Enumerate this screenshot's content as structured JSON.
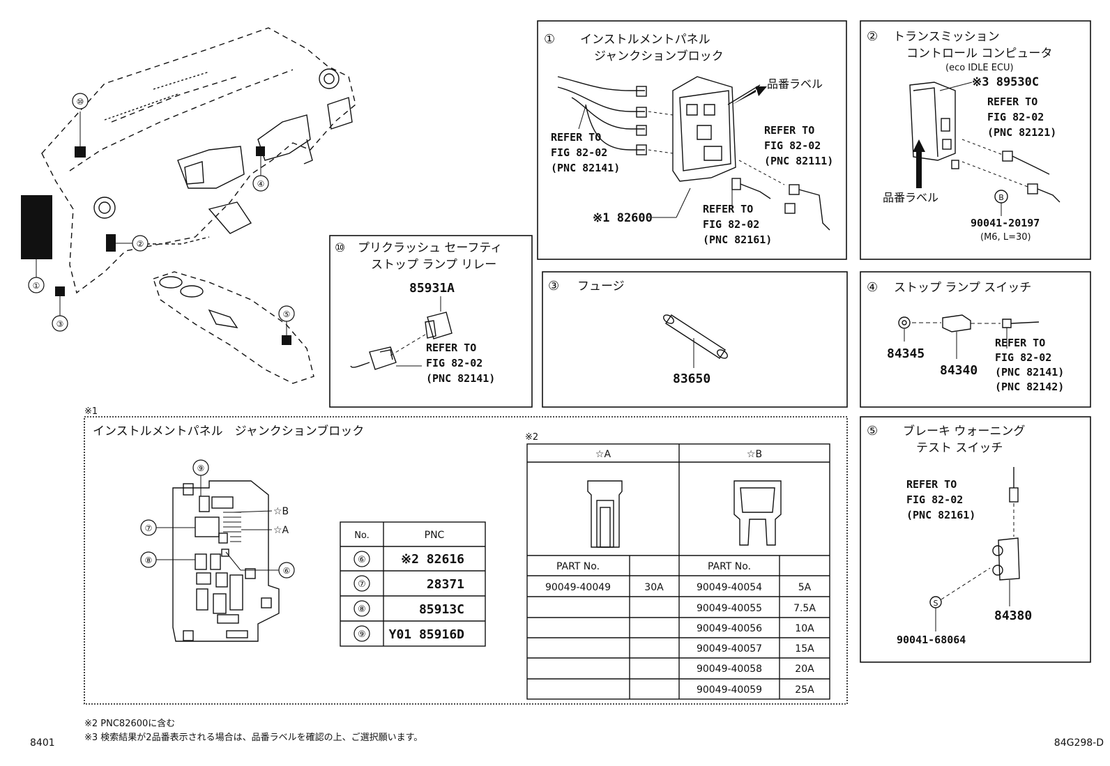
{
  "footer": {
    "note2": "※2 PNC82600に含む",
    "note3": "※3 検索結果が2品番表示される場合は、品番ラベルを確認の上、ご選択願います。",
    "left_code": "8401",
    "right_code": "84G298-D"
  },
  "overview": {
    "callouts": [
      "⑩",
      "④",
      "②",
      "①",
      "③",
      "⑤"
    ]
  },
  "panel1": {
    "num": "①",
    "title_line1": "インストルメントパネル",
    "title_line2": "ジャンクションブロック",
    "label": "品番ラベル",
    "part": "※1 82600",
    "ref_a": [
      "REFER TO",
      "FIG 82-02",
      "(PNC 82141)"
    ],
    "ref_b": [
      "REFER TO",
      "FIG 82-02",
      "(PNC 82111)"
    ],
    "ref_c": [
      "REFER TO",
      "FIG 82-02",
      "(PNC 82161)"
    ]
  },
  "panel2": {
    "num": "②",
    "title_line1": "トランスミッション",
    "title_line2": "コントロール コンピュータ",
    "title_line3": "(eco IDLE ECU)",
    "part": "※3 89530C",
    "ref": [
      "REFER TO",
      "FIG 82-02",
      "(PNC 82121)"
    ],
    "label": "品番ラベル",
    "bolt_mark": "B",
    "bolt": "90041-20197",
    "bolt_spec": "(M6, L=30)"
  },
  "panel10": {
    "num": "⑩",
    "title_line1": "プリクラッシュ セーフティ",
    "title_line2": "ストップ ランプ リレー",
    "part": "85931A",
    "ref": [
      "REFER TO",
      "FIG 82-02",
      "(PNC 82141)"
    ]
  },
  "panel3": {
    "num": "③",
    "title": "フュージ",
    "part": "83650"
  },
  "panel4": {
    "num": "④",
    "title": "ストップ ランプ スイッチ",
    "part_a": "84345",
    "part_b": "84340",
    "ref": [
      "REFER TO",
      "FIG 82-02",
      "(PNC 82141)",
      "(PNC 82142)"
    ]
  },
  "panel5": {
    "num": "⑤",
    "title_line1": "ブレーキ ウォーニング",
    "title_line2": "テスト スイッチ",
    "ref": [
      "REFER TO",
      "FIG 82-02",
      "(PNC 82161)"
    ],
    "part": "84380",
    "screw_mark": "S",
    "screw": "90041-68064"
  },
  "jb_panel": {
    "marker": "※1",
    "title": "インストルメントパネル　ジャンクションブロック",
    "callouts": {
      "n9": "⑨",
      "n7": "⑦",
      "n8": "⑧",
      "n6": "⑥",
      "starB": "☆B",
      "starA": "☆A"
    },
    "pnc_table": {
      "headers": [
        "No.",
        "PNC"
      ],
      "rows": [
        {
          "no": "⑥",
          "pnc": "※2 82616"
        },
        {
          "no": "⑦",
          "pnc": "28371"
        },
        {
          "no": "⑧",
          "pnc": "85913C"
        },
        {
          "no": "⑨",
          "pnc": "Y01 85916D"
        }
      ]
    },
    "fuse_table": {
      "marker": "※2",
      "headers": [
        "☆A",
        "☆B"
      ],
      "sub_headers": [
        "PART No.",
        "",
        "PART No.",
        ""
      ],
      "rows": [
        [
          "90049-40049",
          "30A",
          "90049-40054",
          "5A"
        ],
        [
          "",
          "",
          "90049-40055",
          "7.5A"
        ],
        [
          "",
          "",
          "90049-40056",
          "10A"
        ],
        [
          "",
          "",
          "90049-40057",
          "15A"
        ],
        [
          "",
          "",
          "90049-40058",
          "20A"
        ],
        [
          "",
          "",
          "90049-40059",
          "25A"
        ]
      ]
    }
  }
}
